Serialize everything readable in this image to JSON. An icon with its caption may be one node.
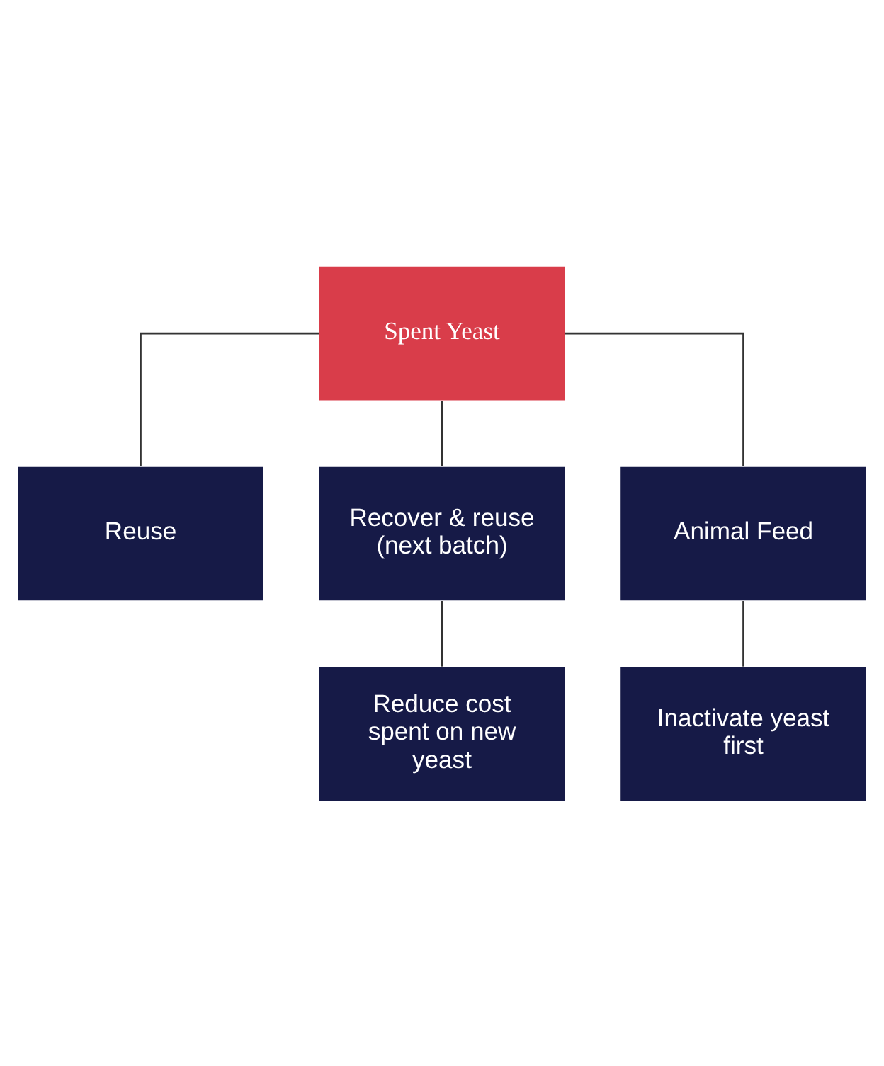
{
  "diagram": {
    "nodes": [
      {
        "text": [
          "Spent Yeast"
        ]
      },
      {
        "text": [
          "Reuse"
        ]
      },
      {
        "text": [
          "Recover & reuse (next batch)"
        ]
      },
      {
        "text": [
          "Animal Feed"
        ]
      },
      {
        "text": [
          "Reduce cost spent on new yeast"
        ]
      },
      {
        "text": [
          "Inactivate yeast first"
        ]
      }
    ],
    "edges": [
      {
        "from": 0,
        "to": 1,
        "arrow": "none"
      },
      {
        "from": 0,
        "to": 2,
        "arrow": "none"
      },
      {
        "from": 0,
        "to": 3,
        "arrow": "none"
      },
      {
        "from": 2,
        "to": 4,
        "arrow": "none"
      },
      {
        "from": 3,
        "to": 5,
        "arrow": "none"
      }
    ]
  }
}
